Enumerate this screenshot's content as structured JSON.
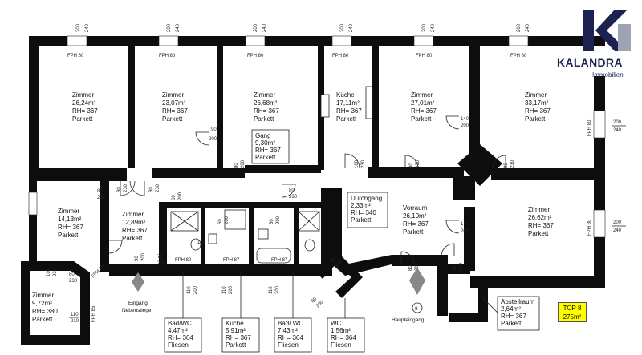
{
  "brand": {
    "name": "KALANDRA",
    "subtitle": "Immobilien",
    "colors": {
      "navy": "#1c2350",
      "grey": "#9ea3b4"
    }
  },
  "badge": {
    "line1": "TOP 8",
    "line2": "275m²",
    "color": "#ffff00"
  },
  "rooms": [
    {
      "name": "Zimmer",
      "area": "26,24m²",
      "rh": "RH= 367",
      "floor": "Parkett"
    },
    {
      "name": "Zimmer",
      "area": "23,07m²",
      "rh": "RH= 367",
      "floor": "Parkett"
    },
    {
      "name": "Zimmer",
      "area": "26,68m²",
      "rh": "RH= 367",
      "floor": "Parkett"
    },
    {
      "name": "Küche",
      "area": "17,11m²",
      "rh": "RH= 367",
      "floor": "Parkett"
    },
    {
      "name": "Zimmer",
      "area": "27,01m²",
      "rh": "RH= 367",
      "floor": "Parkett"
    },
    {
      "name": "Zimmer",
      "area": "33,17m²",
      "rh": "RH= 367",
      "floor": "Parkett"
    },
    {
      "name": "Gang",
      "area": "9,30m²",
      "rh": "RH= 367",
      "floor": "Parkett"
    },
    {
      "name": "Zimmer",
      "area": "14,13m²",
      "rh": "RH= 367",
      "floor": "Parkett"
    },
    {
      "name": "Zimmer",
      "area": "12,89m²",
      "rh": "RH= 367",
      "floor": "Parkett"
    },
    {
      "name": "Durchgang",
      "area": "2,33m²",
      "rh": "RH= 340",
      "floor": "Parkett"
    },
    {
      "name": "Vorraum",
      "area": "26,10m²",
      "rh": "RH= 367",
      "floor": "Parkett"
    },
    {
      "name": "Zimmer",
      "area": "26,62m²",
      "rh": "RH= 367",
      "floor": "Parkett"
    },
    {
      "name": "Zimmer",
      "area": "9,72m²",
      "rh": "RH= 380",
      "floor": "Parkett"
    },
    {
      "name": "Bad/WC",
      "area": "4,47m²",
      "rh": "RH= 364",
      "floor": "Fliesen"
    },
    {
      "name": "Küche",
      "area": "5,91m²",
      "rh": "RH= 367",
      "floor": "Parkett"
    },
    {
      "name": "Bad/ WC",
      "area": "7,43m²",
      "rh": "RH= 364",
      "floor": "Fliesen"
    },
    {
      "name": "WC",
      "area": "1,56m²",
      "rh": "RH= 364",
      "floor": "Fliesen"
    },
    {
      "name": "Abstellraum",
      "area": "2,64m²",
      "rh": "RH= 367",
      "floor": "Parkett"
    }
  ],
  "entrances": {
    "side": {
      "line1": "Eingang",
      "line2": "Nebenstiege"
    },
    "main": {
      "label": "Haupteingang",
      "number": "8"
    }
  },
  "labels": {
    "fph80": "FPH 80",
    "fph85": "FPH 85",
    "fph87": "FPH 87",
    "d200": "200",
    "d240": "240",
    "d230": "230",
    "d110": "110",
    "d90": "90",
    "d80": "80",
    "d70": "70",
    "d60": "60",
    "d100": "100",
    "d140": "140",
    "d210": "210",
    "d180": "180",
    "d120": "120"
  }
}
